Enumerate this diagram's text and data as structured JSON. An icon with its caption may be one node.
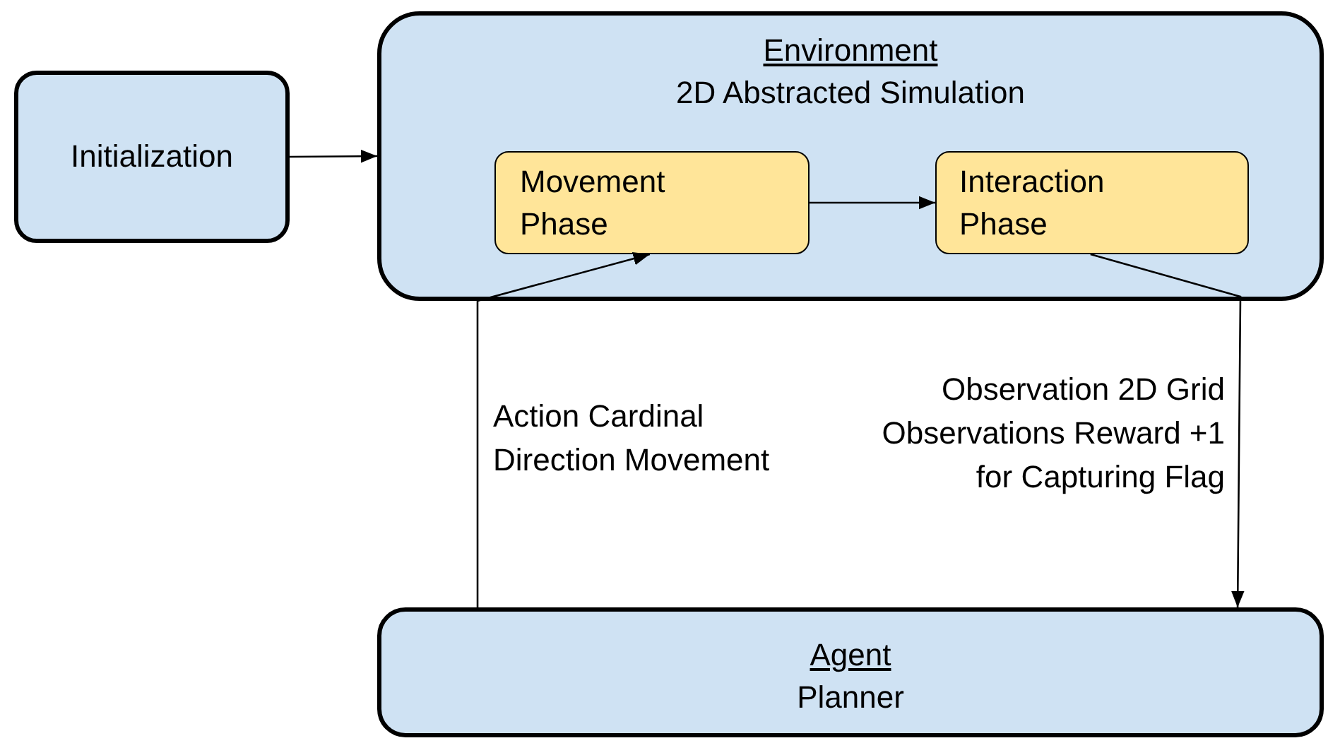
{
  "diagram": {
    "nodes": [
      {
        "text": [
          "Initialization"
        ]
      },
      {
        "text": [
          "Environment",
          "2D Abstracted Simulation"
        ]
      },
      {
        "text": [
          "Movement Phase"
        ],
        "in": 1
      },
      {
        "text": [
          "Interaction Phase"
        ],
        "in": 1
      },
      {
        "text": [
          "Agent",
          "Planner"
        ]
      }
    ],
    "edges": [
      {
        "from": 0,
        "to": 1,
        "arrow": "to"
      },
      {
        "from": 2,
        "to": 3,
        "arrow": "to"
      },
      {
        "from": 4,
        "to": 2,
        "arrow": "to",
        "label": "Action Cardinal Direction Movement"
      },
      {
        "from": 3,
        "to": 4,
        "arrow": "to",
        "label": "Observation 2D Grid Observations Reward +1 for Capturing Flag"
      }
    ]
  }
}
